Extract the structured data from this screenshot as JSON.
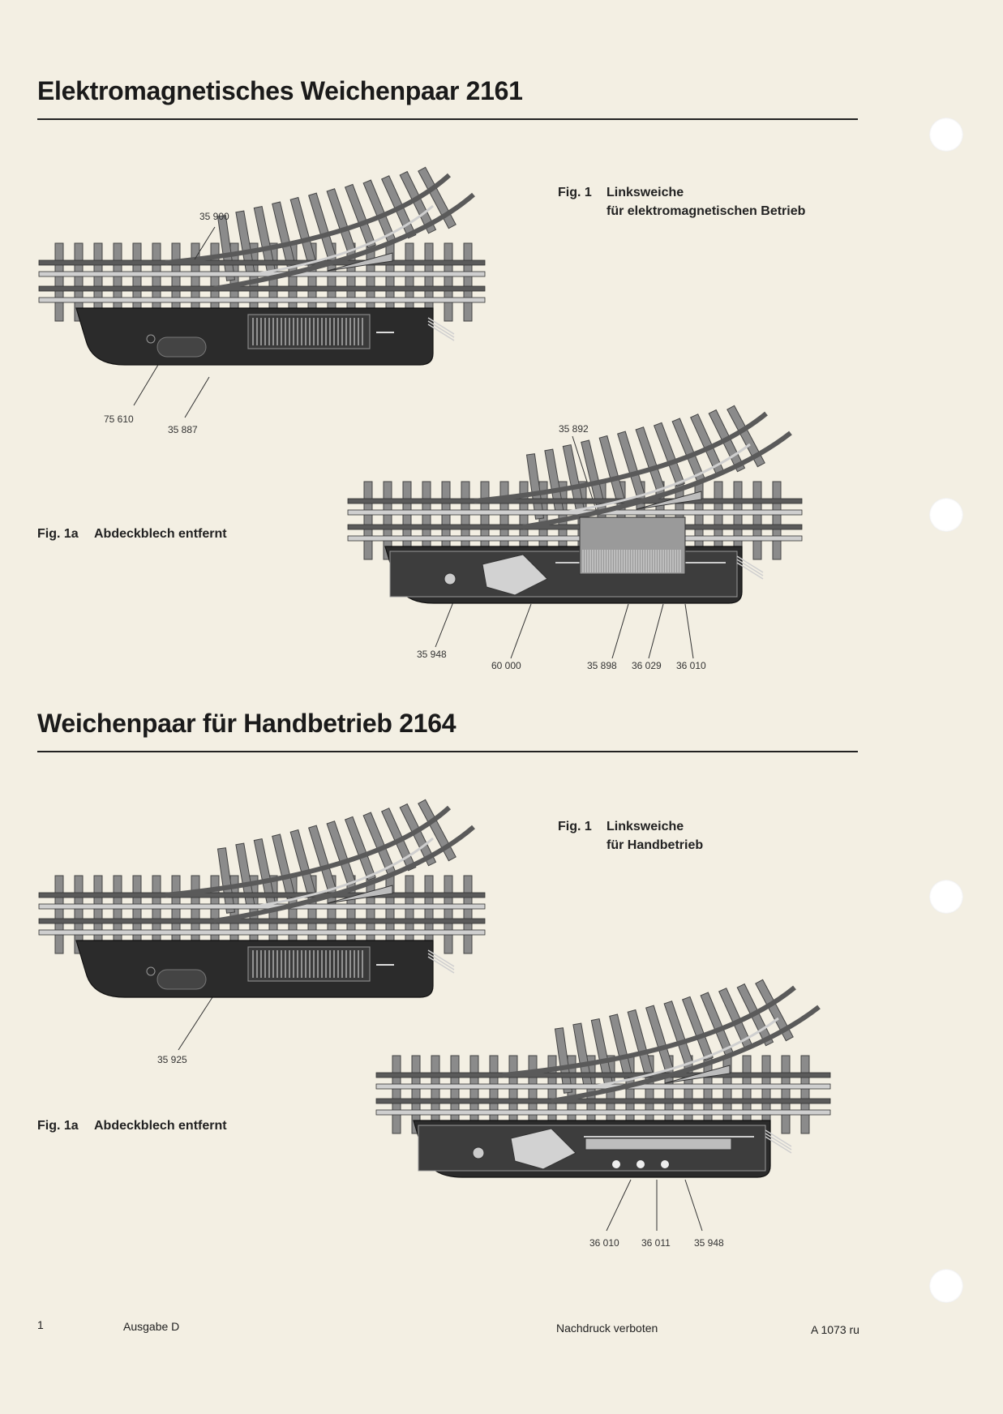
{
  "section1": {
    "title": "Elektromagnetisches Weichenpaar 2161",
    "fig1": {
      "number": "Fig. 1",
      "line1": "Linksweiche",
      "line2": "für elektromagnetischen Betrieb"
    },
    "fig1a": {
      "number": "Fig. 1a",
      "text": "Abdeckblech entfernt"
    },
    "parts_fig1": [
      "35 900",
      "75 610",
      "35 887"
    ],
    "parts_fig1a": [
      "35 892",
      "35 948",
      "60 000",
      "35 898",
      "36 029",
      "36 010"
    ]
  },
  "section2": {
    "title": "Weichenpaar für Handbetrieb 2164",
    "fig1": {
      "number": "Fig. 1",
      "line1": "Linksweiche",
      "line2": "für Handbetrieb"
    },
    "fig1a": {
      "number": "Fig. 1a",
      "text": "Abdeckblech entfernt"
    },
    "parts_fig1": [
      "35 925"
    ],
    "parts_fig1a": [
      "36 010",
      "36 011",
      "35 948"
    ]
  },
  "footer": {
    "page": "1",
    "edition": "Ausgabe D",
    "notice": "Nachdruck verboten",
    "code": "A 1073 ru"
  },
  "colors": {
    "paper": "#f3efe3",
    "ink": "#1b1b1b",
    "rail": "#5a5a5a",
    "housing": "#2b2b2b"
  }
}
